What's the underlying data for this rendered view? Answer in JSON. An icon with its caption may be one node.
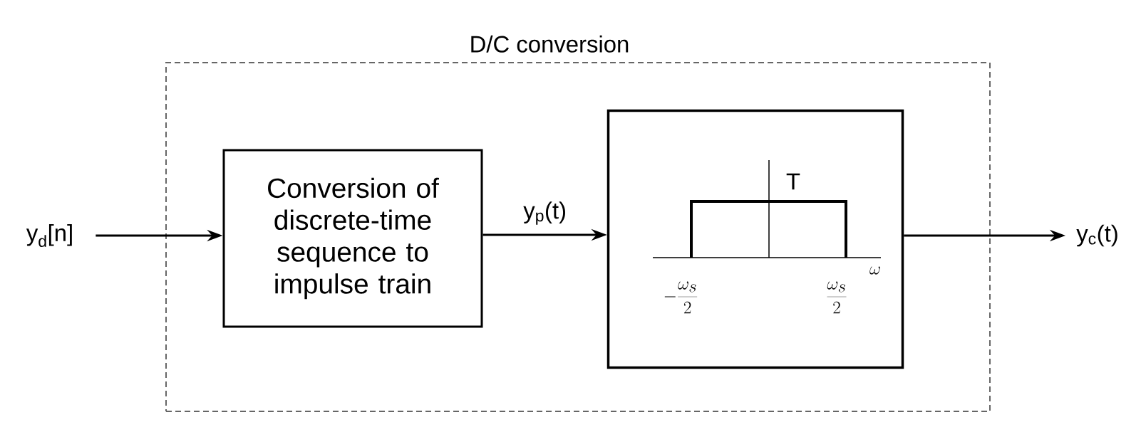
{
  "diagram": {
    "nodes": [
      {
        "text": [
          "D/C conversion"
        ]
      },
      {
        "text": [
          "y$_{d}$[n]"
        ]
      },
      {
        "text": [
          "Conversion of discrete-time sequence to impulse train"
        ],
        "in": 0
      },
      {
        "text": [
          "T",
          "-\\frac{\\omega_s}{2}",
          "\\frac{\\omega_s}{2}",
          "\\omega"
        ],
        "in": 0
      },
      {
        "text": [
          "y$_{c}$(t)"
        ]
      }
    ],
    "edges": [
      {
        "from": 1,
        "to": 2,
        "arrow": "to"
      },
      {
        "from": 2,
        "to": 3,
        "arrow": "to",
        "label": "y$_{p}$(t)"
      },
      {
        "from": 3,
        "to": 4,
        "arrow": "to"
      }
    ]
  }
}
